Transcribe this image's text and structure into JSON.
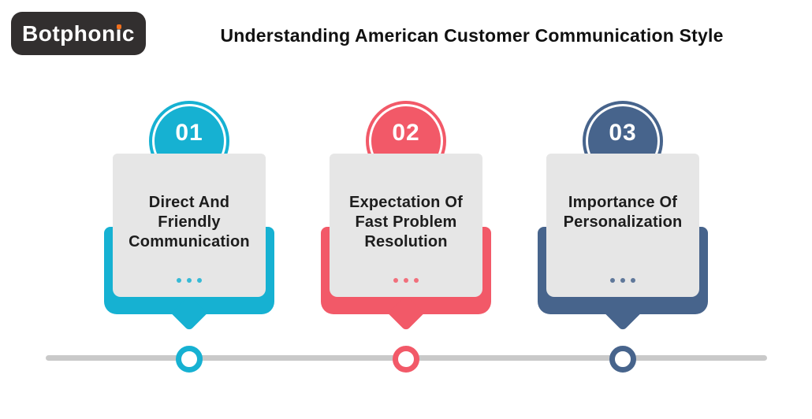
{
  "theme": {
    "background": "#ffffff",
    "logo_bg": "#322f2f",
    "logo_text": "#ffffff",
    "logo_dot": "#f2701d",
    "title_color": "#111111",
    "card_bg": "#e6e6e6",
    "card_text": "#1d1d1d",
    "timeline_color": "#c9c9c9",
    "node_fill": "#ffffff"
  },
  "header": {
    "brand": {
      "name": "Botphonic",
      "pre": "Botphon",
      "dotless_i": "ı",
      "post": "c"
    },
    "title": "Understanding American Customer Communication Style"
  },
  "cards": [
    {
      "number": "01",
      "label": "Direct And Friendly Communication",
      "lines": [
        "Direct And",
        "Friendly",
        "Communication"
      ],
      "accent": "#16b1d2"
    },
    {
      "number": "02",
      "label": "Expectation Of Fast Problem Resolution",
      "lines": [
        "Expectation Of",
        "Fast Problem",
        "Resolution"
      ],
      "accent": "#f25968"
    },
    {
      "number": "03",
      "label": "Importance Of Personalization",
      "lines": [
        "Importance Of",
        "Personalization"
      ],
      "accent": "#47648c"
    }
  ],
  "timeline": {
    "node_count": 3
  }
}
